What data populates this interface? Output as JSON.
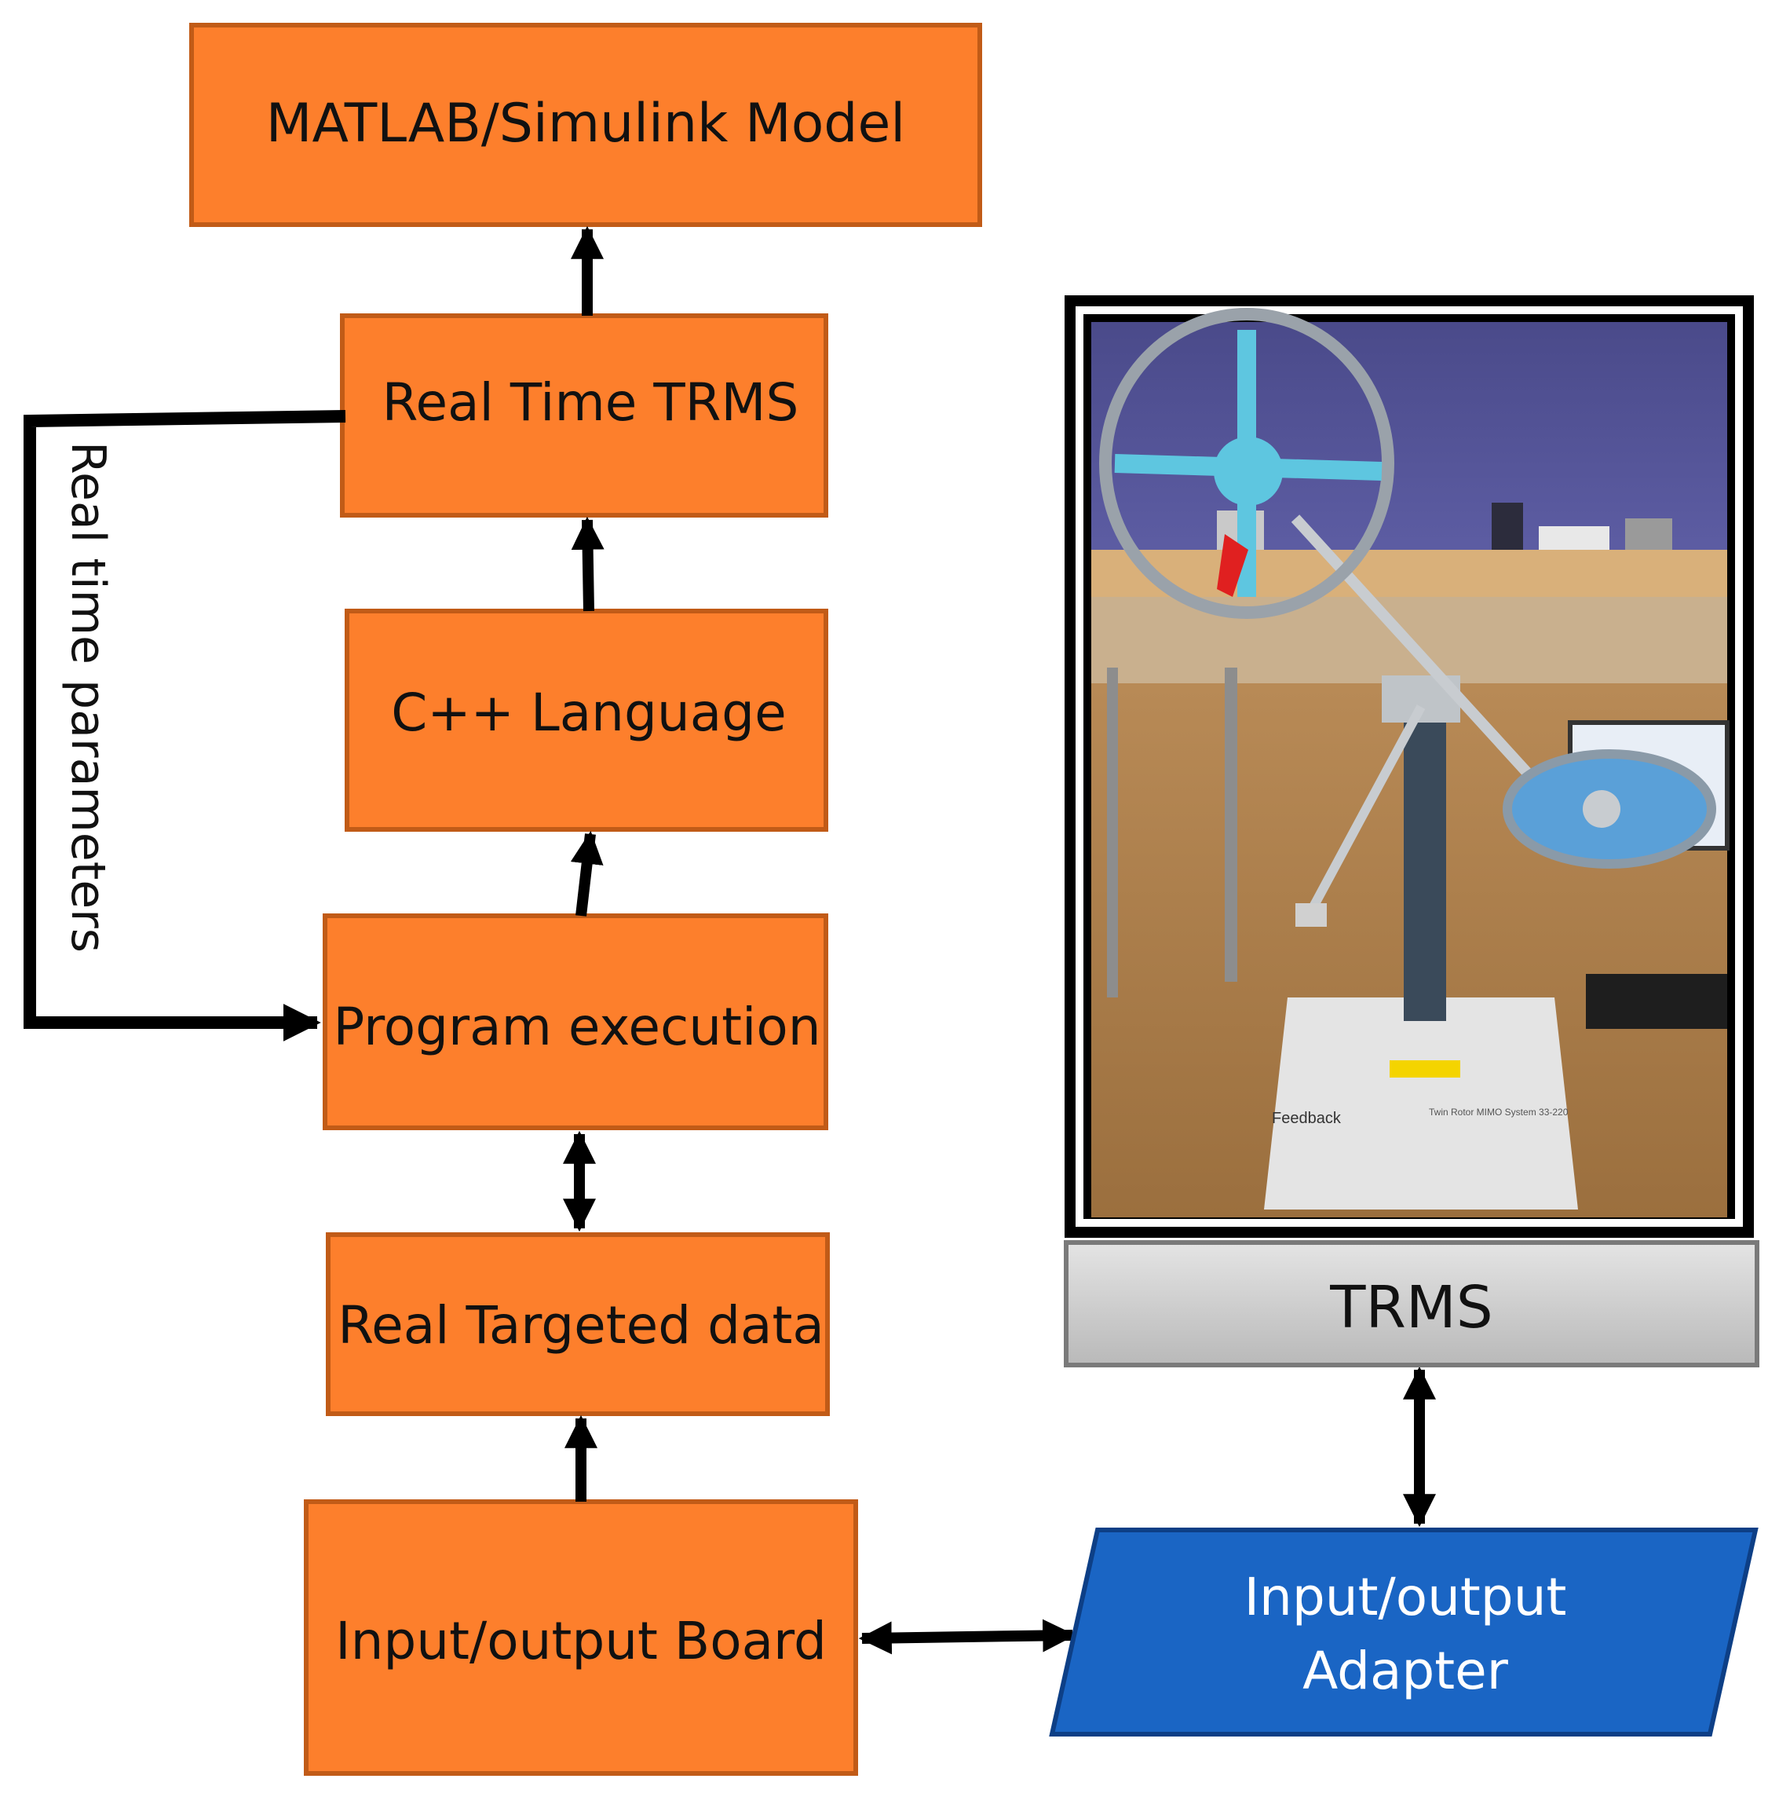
{
  "colors": {
    "box_fill": "#fd7f2c",
    "box_border": "#c15b17",
    "arrow": "#000000",
    "adapter_fill": "#1a65c4",
    "adapter_border": "#0d3f86",
    "adapter_text": "#ffffff",
    "trms_label_fill": "#d0d0d0",
    "trms_label_border": "#7a7a7a",
    "photo_frame": "#000000"
  },
  "nodes": {
    "matlab_model": "MATLAB/Simulink Model",
    "real_time_trms": "Real Time TRMS",
    "cpp_language": "C++ Language",
    "program_execution": "Program execution",
    "real_targeted_data": "Real Targeted data",
    "io_board": "Input/output Board",
    "io_adapter_line1": "Input/output",
    "io_adapter_line2": "Adapter",
    "trms_label": "TRMS"
  },
  "feedback_label": "Real time parameters",
  "photo": {
    "subject": "Twin rotor MIMO system on a laboratory bench",
    "base_brand": "Feedback",
    "base_model": "Twin Rotor MIMO System 33-220"
  }
}
